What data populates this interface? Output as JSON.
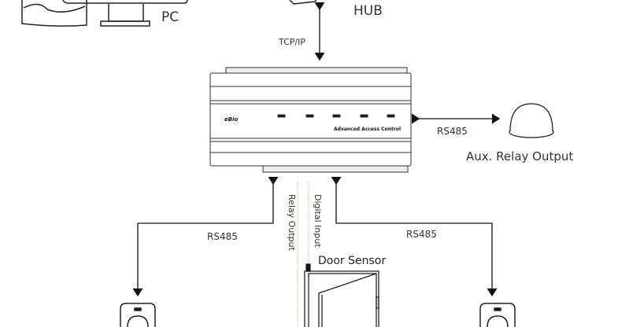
{
  "labels": {
    "pc": "PC",
    "hub": "HUB",
    "tcp_ip": "TCP/IP",
    "rs485_aux": "RS485",
    "aux_relay_output": "Aux. Relay Output",
    "controller": "Advanced Access Control",
    "rs485_left": "RS485",
    "rs485_right": "RS485",
    "relay_output": "Relay Output",
    "digital_input": "Digital Input",
    "door_sensor": "Door Sensor"
  },
  "colors": {
    "line": "#111111",
    "dotted_wire": "#8fcf6a",
    "text": "#333333"
  }
}
